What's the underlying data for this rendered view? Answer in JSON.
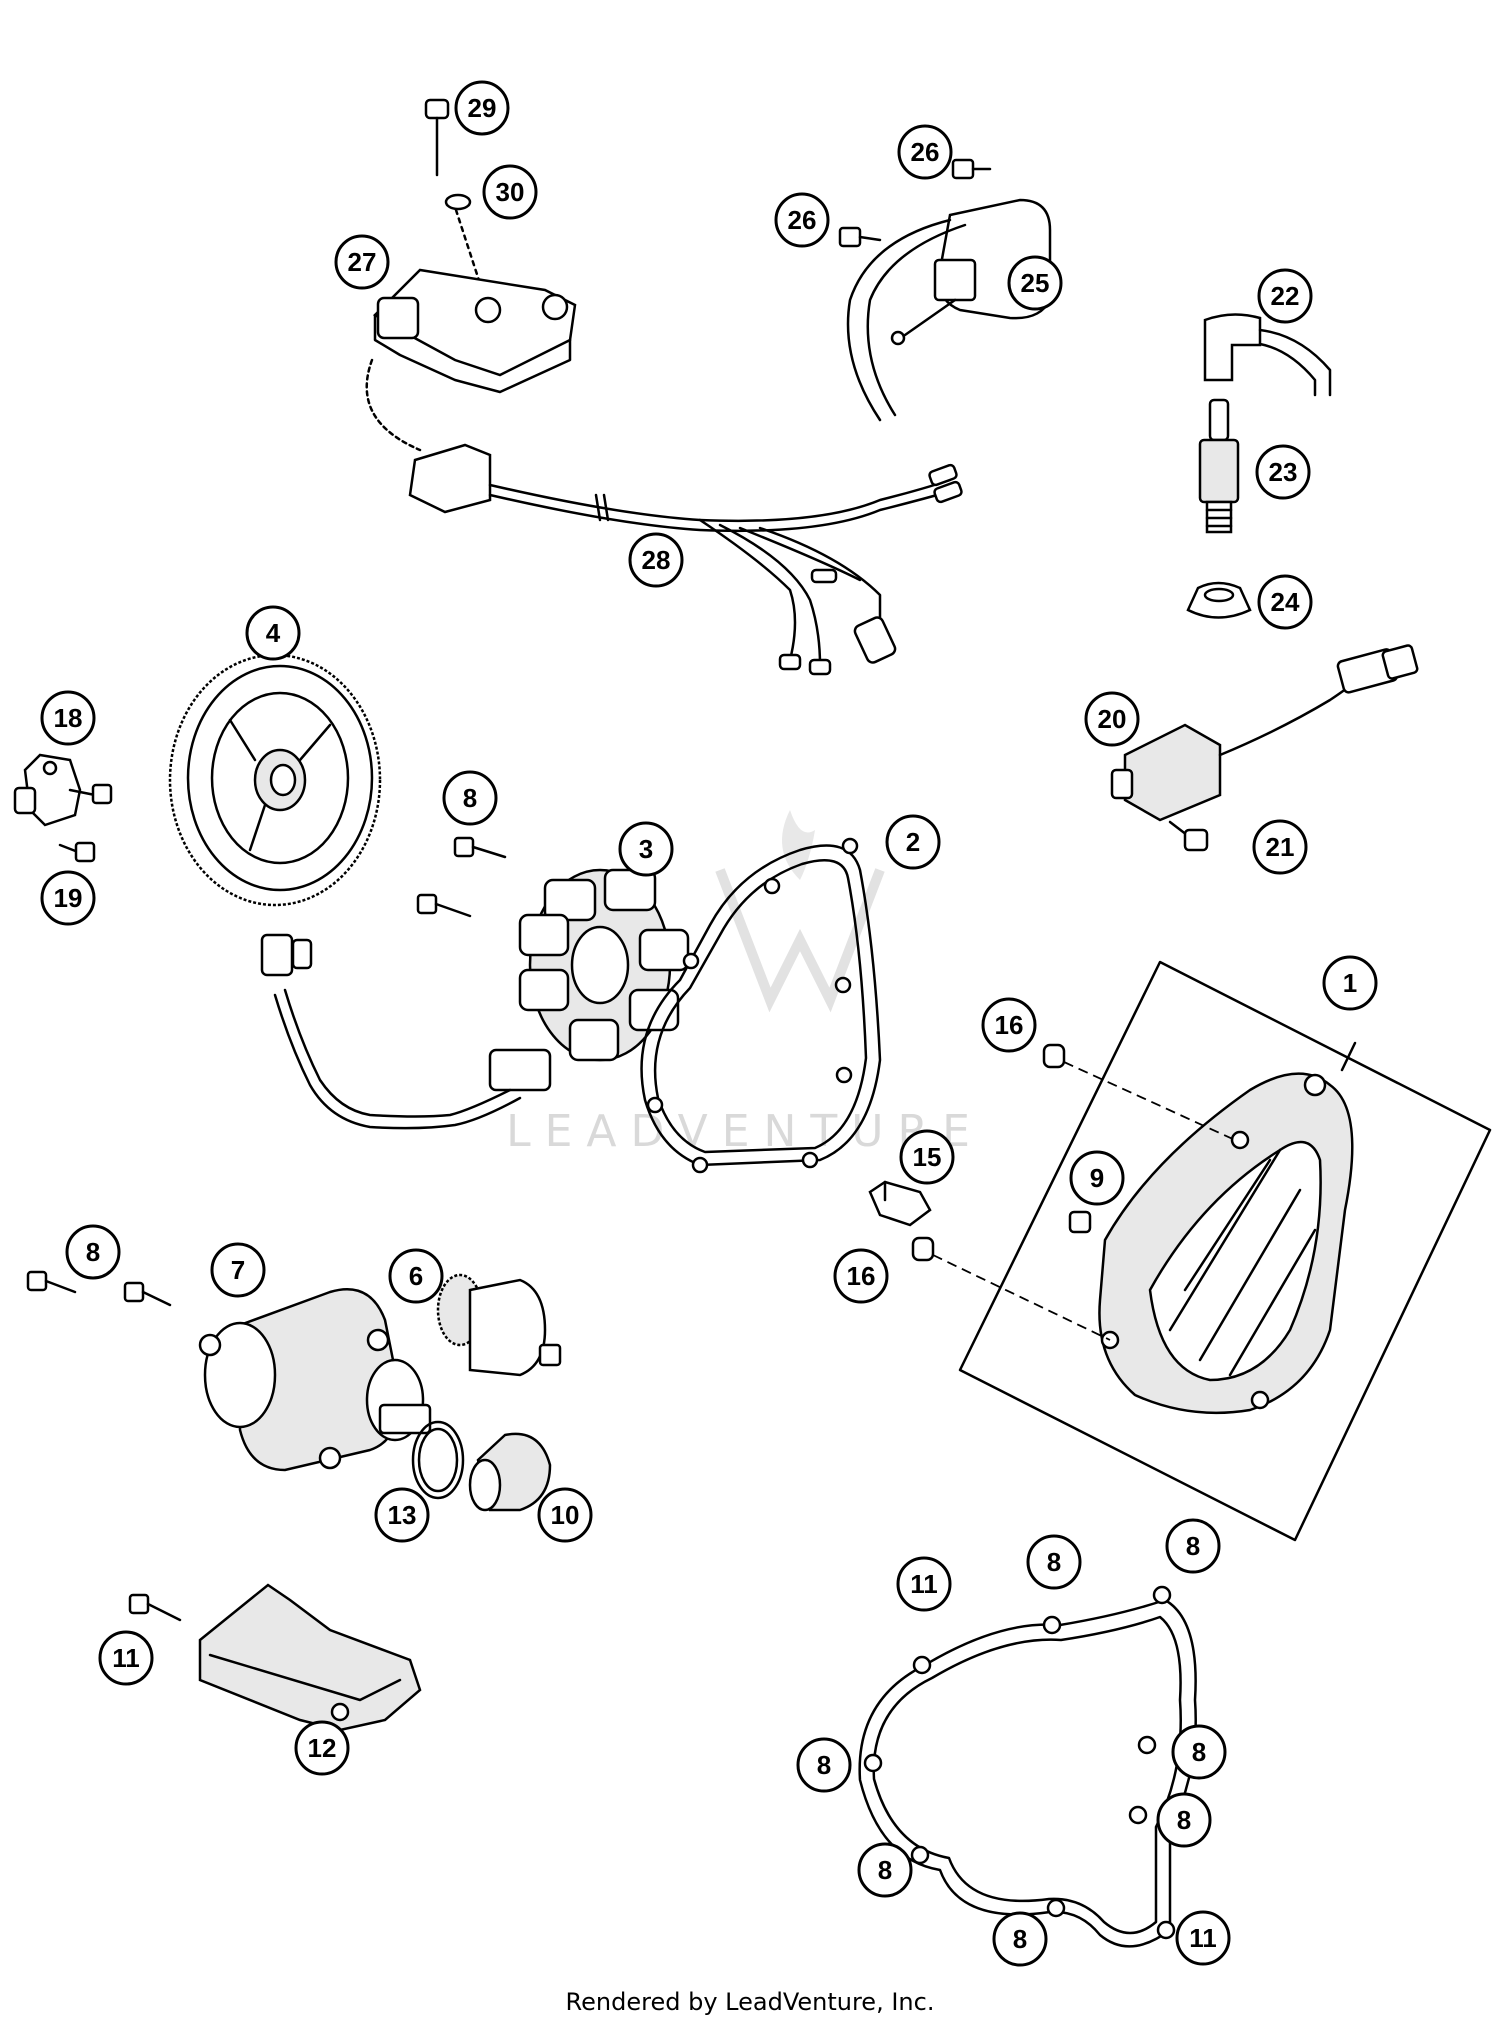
{
  "callouts": [
    "29",
    "30",
    "27",
    "26",
    "26",
    "25",
    "22",
    "23",
    "24",
    "28",
    "4",
    "18",
    "19",
    "8",
    "3",
    "2",
    "20",
    "21",
    "16",
    "1",
    "9",
    "15",
    "16",
    "8",
    "7",
    "6",
    "13",
    "10",
    "11",
    "12",
    "11",
    "8",
    "8",
    "8",
    "8",
    "8",
    "8",
    "8",
    "11"
  ],
  "watermark": "LEADVENTURE",
  "footer": "Rendered by LeadVenture, Inc."
}
